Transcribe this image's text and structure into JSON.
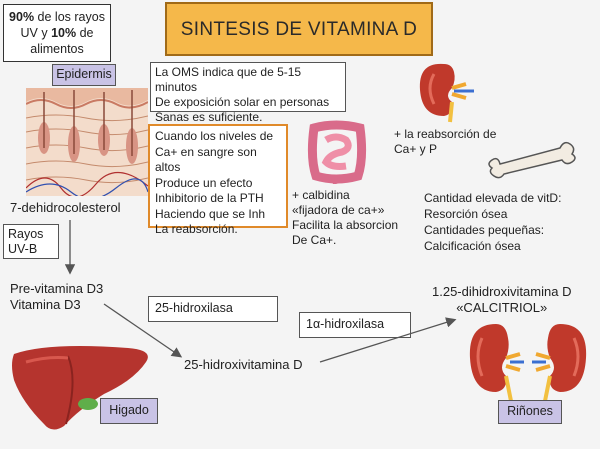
{
  "title": "SINTESIS DE VITAMINA D",
  "uv_box": {
    "pct1": "90%",
    "text1": " de los rayos",
    "line2a": "UV y ",
    "pct2": "10%",
    "line2b": " de",
    "line3": "alimentos"
  },
  "labels": {
    "epidermis": "Epidermis",
    "higado": "Higado",
    "rinones": "Riñones"
  },
  "oms": [
    "La OMS indica que de 5-15 minutos",
    "De  exposición solar en personas",
    "Sanas es suficiente."
  ],
  "calcio_alto": [
    "Cuando los niveles de",
    "Ca+ en sangre son altos",
    "Produce un efecto",
    "Inhibitorio de la PTH",
    "Haciendo que se Inh",
    "La reabsorción."
  ],
  "dehidro": "7-dehidrocolesterol",
  "uvb": [
    "Rayos",
    "UV-B"
  ],
  "previtamina": [
    "Pre-vitamina D3",
    "Vitamina D3"
  ],
  "hidroxilasa25": "25-hidroxilasa",
  "hidroxivitamina25": "25-hidroxivitamina D",
  "hidroxilasa1a": "1α-hidroxilasa",
  "calcitriol": [
    "1.25-dihidroxivitamina D",
    "«CALCITRIOL»"
  ],
  "calbidina": [
    "+ calbidina",
    "«fijadora de ca+»",
    "Facilita la absorcion",
    "De Ca+."
  ],
  "reabsorcion": [
    "+ la reabsorción de",
    "Ca+ y  P"
  ],
  "vitd_efectos": [
    "Cantidad elevada de vitD:",
    "Resorción ósea",
    "Cantidades pequeñas:",
    "Calcificación ósea"
  ],
  "colors": {
    "title_bg": "#f5b84a",
    "label_bg": "#c9c3e6",
    "accent_border": "#e08a2a",
    "liver": "#b5342e",
    "kidney": "#c0392b"
  }
}
